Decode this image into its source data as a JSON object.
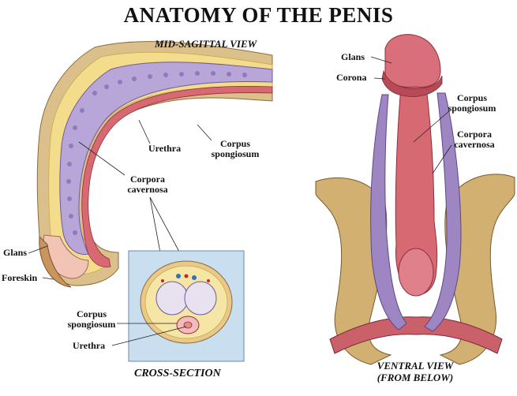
{
  "title": "ANATOMY OF THE PENIS",
  "views": {
    "sagittal": "MID-SAGITTAL VIEW",
    "cross": "CROSS-SECTION",
    "ventral_line1": "VENTRAL VIEW",
    "ventral_line2": "(FROM BELOW)"
  },
  "labels": {
    "sag_glans": "Glans",
    "sag_foreskin": "Foreskin",
    "sag_urethra": "Urethra",
    "sag_cs_1": "Corpus",
    "sag_cs_2": "spongiosum",
    "sag_cc_1": "Corpora",
    "sag_cc_2": "cavernosa",
    "cs_cs_1": "Corpus",
    "cs_cs_2": "spongiosum",
    "cs_urethra": "Urethra",
    "v_glans": "Glans",
    "v_corona": "Corona",
    "v_cs_1": "Corpus",
    "v_cs_2": "spongiosum",
    "v_cc_1": "Corpora",
    "v_cc_2": "cavernosa"
  },
  "colors": {
    "skin": "#d9b884",
    "cavernosa": "#b6a2d6",
    "spongiosum": "#e07f86",
    "fat": "#f4dd8a",
    "crossBox": "#c9dff0"
  }
}
